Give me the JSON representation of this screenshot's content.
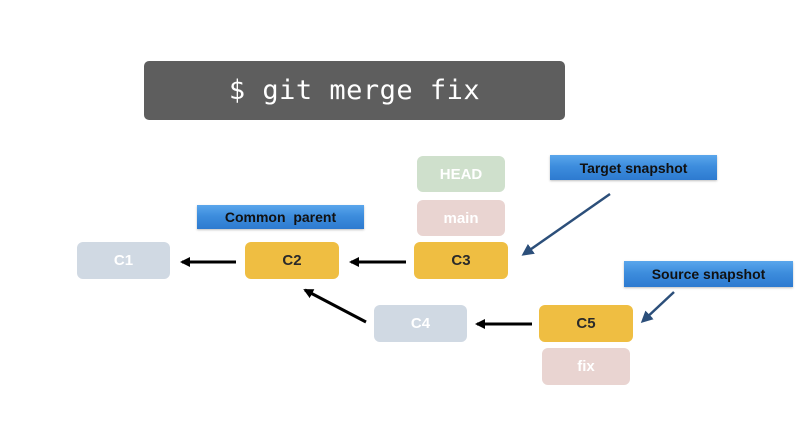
{
  "command": "$ git merge fix",
  "commits": {
    "c1": "C1",
    "c2": "C2",
    "c3": "C3",
    "c4": "C4",
    "c5": "C5"
  },
  "refs": {
    "head": "HEAD",
    "main": "main",
    "fix": "fix"
  },
  "callouts": {
    "common_parent": "Common  parent",
    "target_snapshot": "Target snapshot",
    "source_snapshot": "Source snapshot"
  },
  "colors": {
    "command_bg": "#5e5e5e",
    "commit_active": "#efbe42",
    "commit_faded": "#d0d9e3",
    "ref_head": "#cfe0cc",
    "ref_branch": "#e9d4d1",
    "callout_blue": "#3d8ddd",
    "pointer_arrow": "#2c4f7a"
  }
}
